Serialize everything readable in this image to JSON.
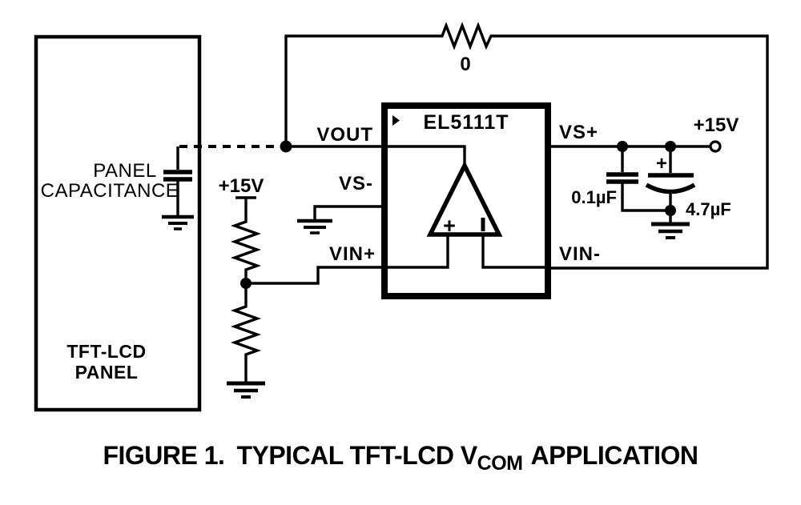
{
  "page": {
    "background": "#ffffff",
    "ink": "#000000"
  },
  "caption": {
    "figure_label": "FIGURE 1.",
    "title": "TYPICAL TFT-LCD V",
    "title_subscript": "COM",
    "title_suffix": "APPLICATION"
  },
  "panel": {
    "name_line1": "TFT-LCD",
    "name_line2": "PANEL",
    "capacitance_label_line1": "PANEL",
    "capacitance_label_line2": "CAPACITANCE"
  },
  "ic": {
    "part_number": "EL5111T",
    "pins": {
      "vout": "VOUT",
      "vs_minus": "VS-",
      "vin_plus": "VIN+",
      "vs_plus": "VS+",
      "vin_minus": "VIN-"
    },
    "opamp_noninverting_sign": "+"
  },
  "components": {
    "feedback_resistor_value": "0",
    "supply_rail_left": "+15V",
    "supply_rail_right": "+15V",
    "bypass_capacitor_value": "0.1µF",
    "bulk_capacitor_value": "4.7µF",
    "bulk_capacitor_polarity_sign": "+"
  }
}
